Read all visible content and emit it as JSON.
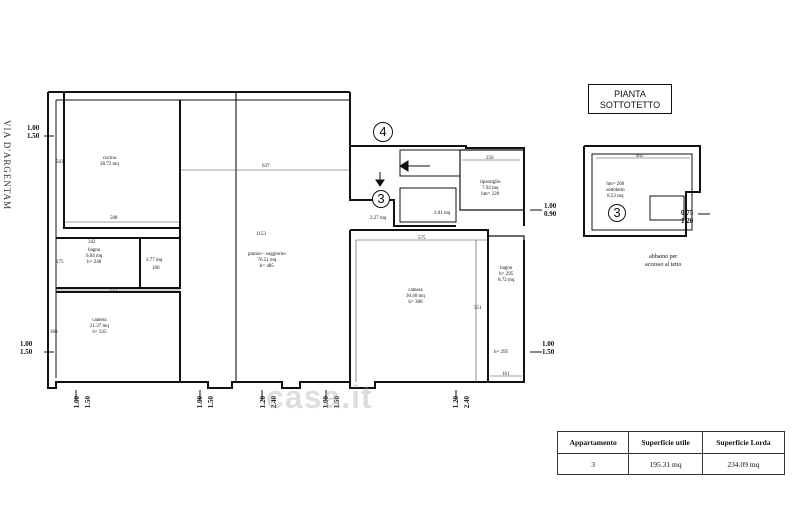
{
  "title": {
    "line1": "PIANTA",
    "line2": "SOTTOTETTO"
  },
  "street_name": "VIA D'ARGENTAM",
  "markers": {
    "main_stair_upper": "4",
    "main_stair_lower": "3",
    "attic_stair": "3"
  },
  "rooms": {
    "cucina": {
      "name": "cucina",
      "area": "28.72 mq",
      "dim_h": "563",
      "dim_w": "508"
    },
    "pranzo": {
      "name": "pranzo - soggiorno",
      "area": "76.51 mq",
      "height": "h= 485",
      "dim_top": "637",
      "dim_v": "1153"
    },
    "bagno1": {
      "name": "bagno",
      "area": "6.04 mq",
      "height": "h= 240",
      "dim_w": "342",
      "dim_h": "175",
      "dim_small": "160"
    },
    "bagno1_small": {
      "area": "2.77 mq"
    },
    "camera1": {
      "name": "camera",
      "area": "21.37 mq",
      "height": "h= 325",
      "dim_w": "513",
      "dim_h": "366"
    },
    "camera2": {
      "name": "camera",
      "area": "30.40 mq",
      "height": "h= 380",
      "dim_w": "575",
      "dim_h": "551"
    },
    "bagno2": {
      "name": "bagno",
      "area": "8.72 mq",
      "height": "h= 295",
      "height2": "h= 295",
      "dim_w": "161"
    },
    "ripostiglio": {
      "name": "ripostiglio",
      "area": "7.92 mq",
      "height": "hm= 220",
      "dim_w": "250"
    },
    "landing": {
      "area": "2.27 mq"
    },
    "stair_small": {
      "area": "2.01 mq"
    },
    "sottotetto": {
      "name": "sottotetto",
      "area": "8.53 mq",
      "height": "hm= 200",
      "dim_w": "402"
    }
  },
  "level_marks": {
    "left_top": [
      "1.00",
      "1.50"
    ],
    "left_bottom": [
      "1.00",
      "1.50"
    ],
    "right_top": [
      "1.00",
      "0.90"
    ],
    "right_bottom": [
      "1.00",
      "1.50"
    ],
    "attic": [
      "0.75",
      "1.20"
    ],
    "bottom": [
      "1.00",
      "1.50",
      "1.00",
      "1.50",
      "1.20",
      "2.40",
      "1.00",
      "1.50",
      "1.20",
      "2.40"
    ]
  },
  "note": {
    "line1": "abbaino per",
    "line2": "accesso al tetto"
  },
  "watermark": "casa.it",
  "summary": {
    "headers": [
      "Appartamento",
      "Superficie utile",
      "Superficie Lorda"
    ],
    "row": [
      "3",
      "195.31 mq",
      "234.09 mq"
    ]
  }
}
